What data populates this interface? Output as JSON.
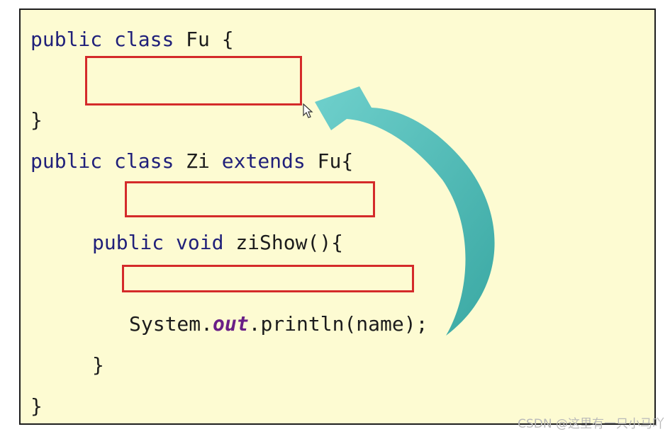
{
  "code": {
    "line1": {
      "kw1": "public",
      "kw2": "class",
      "rest": "Fu {"
    },
    "line2": "}",
    "line3": {
      "kw1": "public",
      "kw2": "class",
      "name": "Zi",
      "kw3": "extends",
      "rest": "Fu{"
    },
    "line4": {
      "kw1": "public",
      "kw2": "void",
      "rest": "ziShow(){"
    },
    "line5": {
      "prefix": "System.",
      "field": "out",
      "suffix": ".println(name);"
    },
    "line6": "}",
    "line7": "}"
  },
  "colors": {
    "background": "#fdfbd2",
    "box_border": "#d42a2a",
    "keyword": "#20207a",
    "arrow": "#4dbdb8"
  },
  "icons": [
    "cursor-pointer-icon",
    "curved-arrow-icon"
  ],
  "watermark": "CSDN @这里有一只小马吖"
}
